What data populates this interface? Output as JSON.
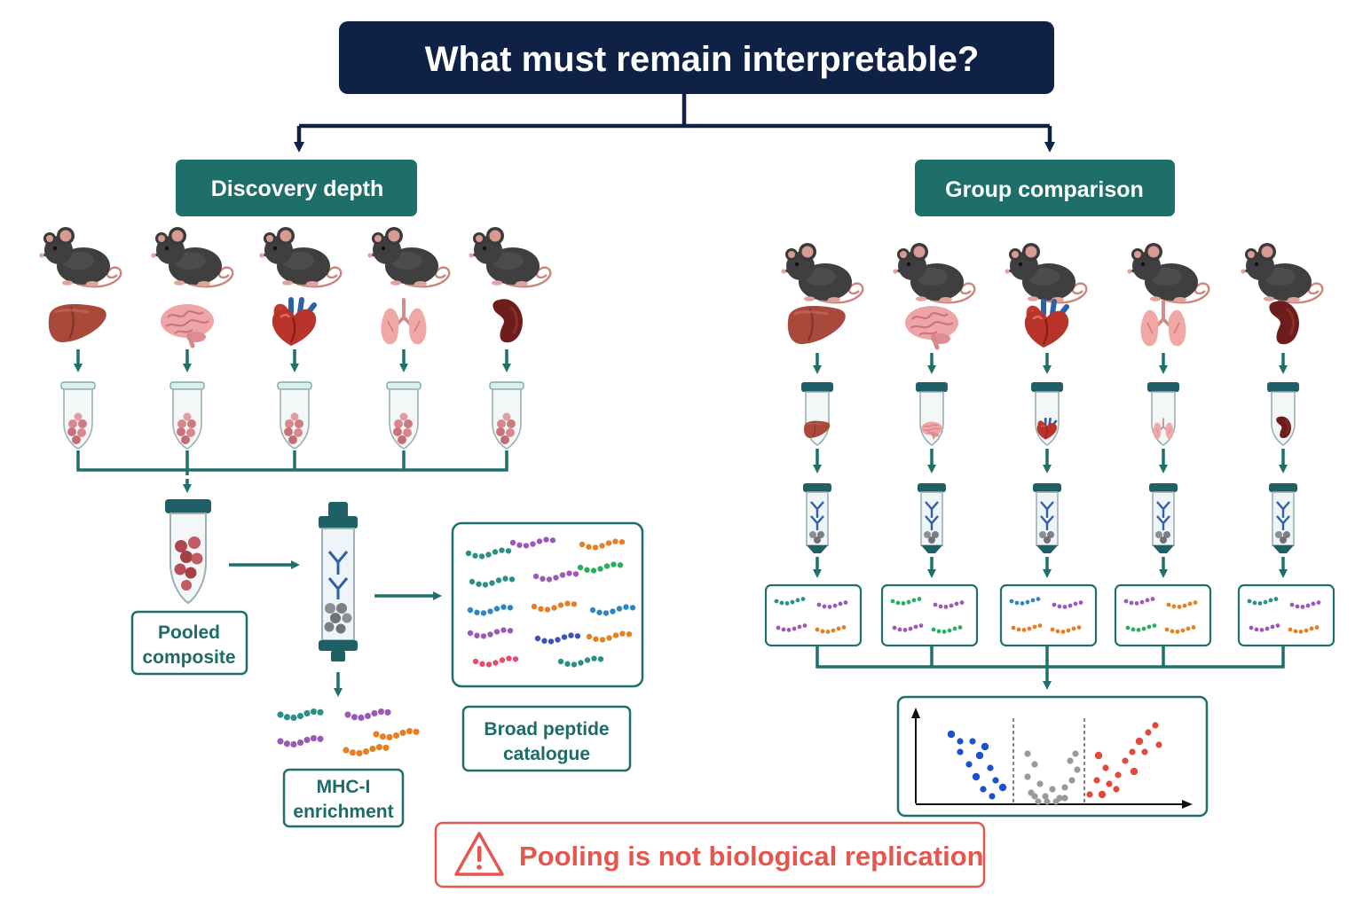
{
  "title": "What must remain interpretable?",
  "branches": {
    "left": "Discovery depth",
    "right": "Group comparison"
  },
  "labels": {
    "pooled_line1": "Pooled",
    "pooled_line2": "composite",
    "mhc_line1": "MHC-I",
    "mhc_line2": "enrichment",
    "catalogue_line1": "Broad peptide",
    "catalogue_line2": "catalogue"
  },
  "warning": "Pooling is not biological replication",
  "organs": [
    "liver-icon",
    "brain-icon",
    "heart-icon",
    "lungs-icon",
    "kidney-icon"
  ],
  "colors": {
    "navy": "#0f2245",
    "teal": "#1f6f6b",
    "teal_header": "#1e6e6a",
    "warning_red": "#e4574f",
    "mouse": "#3f3f3f",
    "down_regulated": "#1f4fd1",
    "unchanged": "#9a9a9a",
    "up_regulated": "#e04a3c"
  },
  "volcano_plot": {
    "groups": [
      "down-regulated",
      "unchanged",
      "up-regulated"
    ],
    "threshold_lines": 2
  }
}
